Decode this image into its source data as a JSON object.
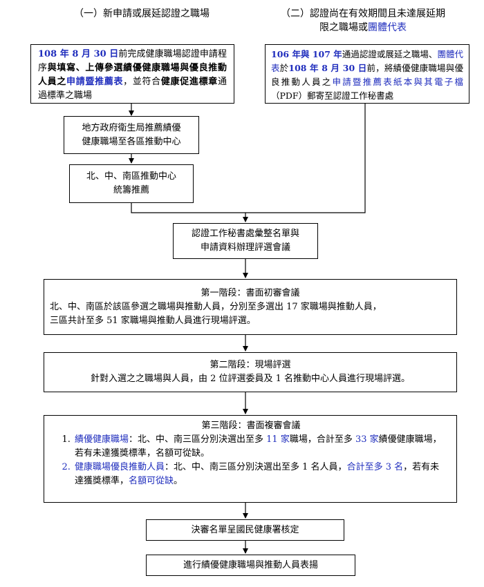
{
  "headers": {
    "left": "（一）新申請或展延認證之職場",
    "right_line1": "（二）認證尚在有效期間且未達展延期",
    "right_line2_prefix": "限之職場或",
    "right_line2_blue": "團體代表"
  },
  "box_left_top": {
    "s1": "108 年 8 月 30 日",
    "s2": "前完成健康職場認證申請程序",
    "s3": "與填寫、上傳參選績優健康職場與優良推動人員之",
    "s4": "申請暨推薦表",
    "s5": "，並符合",
    "s6": "健康促進標章",
    "s7": "通過標準之職場"
  },
  "box_right_top": {
    "s1": "106 年與 107 年",
    "s2": "通過認證或展延之職場、",
    "s3": "團體代表",
    "s4": "於",
    "s5": "108 年 8 月 30 日",
    "s6": "前，將績優健康職場與優良推動人員之",
    "s7": "申請暨推薦表紙本與其電子檔",
    "s8": "（PDF）郵寄至認證工作秘書處"
  },
  "box_gov": {
    "line1": "地方政府衛生局推薦績優",
    "line2": "健康職場至各區推動中心"
  },
  "box_regions": {
    "line1": "北、中、南區推動中心",
    "line2": "統籌推薦"
  },
  "box_secretariat": {
    "line1": "認證工作秘書處彙整名單與",
    "line2": "申請資料辦理評選會議"
  },
  "stage1": {
    "title": "第一階段：書面初審會議",
    "line1": "北、中、南區於該區參選之職場與推動人員，分別至多選出 17 家職場與推動人員，",
    "line2": "三區共計至多 51 家職場與推動人員進行現場評選。"
  },
  "stage2": {
    "title": "第二階段：現場評選",
    "line1": "針對入選之之職場與人員，由 2 位評選委員及 1 名推動中心人員進行現場評選。"
  },
  "stage3": {
    "title": "第三階段：書面複審會議",
    "item1": {
      "a": "績優健康職場",
      "b": "：北、中、南三區分別決選出至多",
      "c": " 11 家",
      "d": "職場，合計至多",
      "e": " 33 家",
      "f": "績優健康職場，若有未達獲獎標準，名額可從缺。"
    },
    "item2": {
      "a": "健康職場優良推動人員",
      "b": "：北、中、南三區分別決選出至多 1 名人員，",
      "c": "合計至多 3 名",
      "d": "，若有未達獲獎標準，",
      "e": "名額可從缺",
      "f": "。"
    }
  },
  "box_final": "決審名單呈國民健康署核定",
  "box_award": "進行績優健康職場與推動人員表揚",
  "colors": {
    "accent_blue": "#1f2dbd",
    "line": "#000000"
  }
}
